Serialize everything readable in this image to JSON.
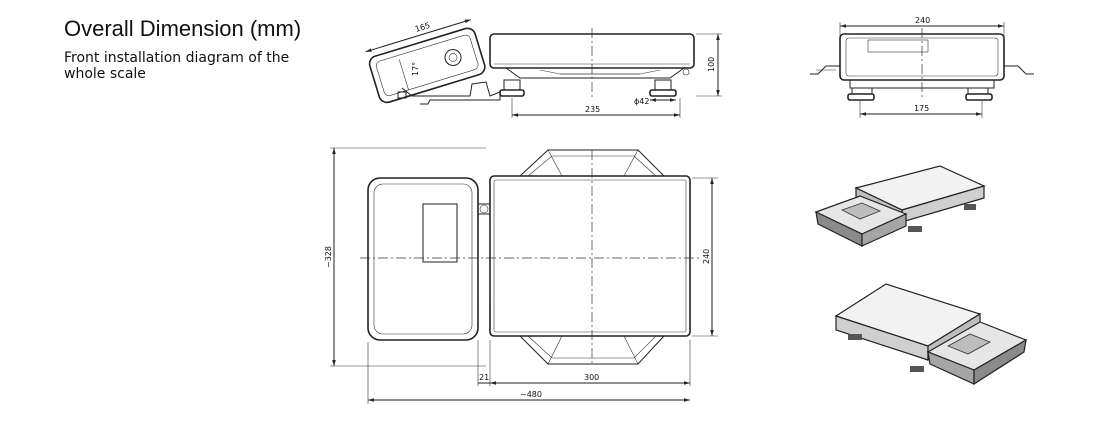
{
  "header": {
    "title": "Overall Dimension (mm)",
    "caption": "Front installation diagram of the whole scale"
  },
  "side_view": {
    "display_width": "165",
    "display_tilt": "17°",
    "height": "100",
    "foot_offset": "235",
    "foot_diameter": "ϕ42"
  },
  "front_view": {
    "top_width": "240",
    "foot_span": "175"
  },
  "top_view": {
    "overall_depth": "~328",
    "platform_depth": "240",
    "gap": "21",
    "platform_width": "300",
    "overall_width": "~480"
  },
  "icons": [
    "scale-3d-view-front-left",
    "scale-3d-view-rear-left"
  ]
}
